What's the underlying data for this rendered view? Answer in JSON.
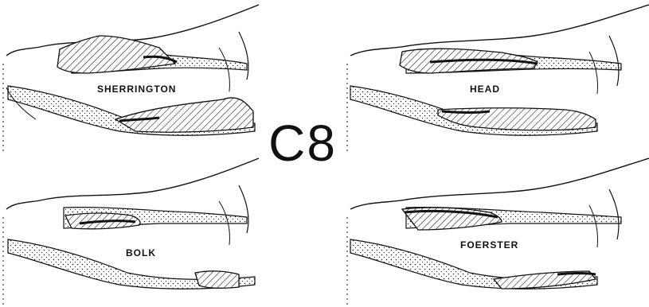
{
  "figure": {
    "center_label": "C8",
    "panels": [
      {
        "id": "sherrington",
        "label": "SHERRINGTON"
      },
      {
        "id": "head",
        "label": "HEAD"
      },
      {
        "id": "bolk",
        "label": "BOLK"
      },
      {
        "id": "foerster",
        "label": "FOERSTER"
      }
    ]
  },
  "colors": {
    "line": "#111111",
    "background": "#ffffff"
  }
}
